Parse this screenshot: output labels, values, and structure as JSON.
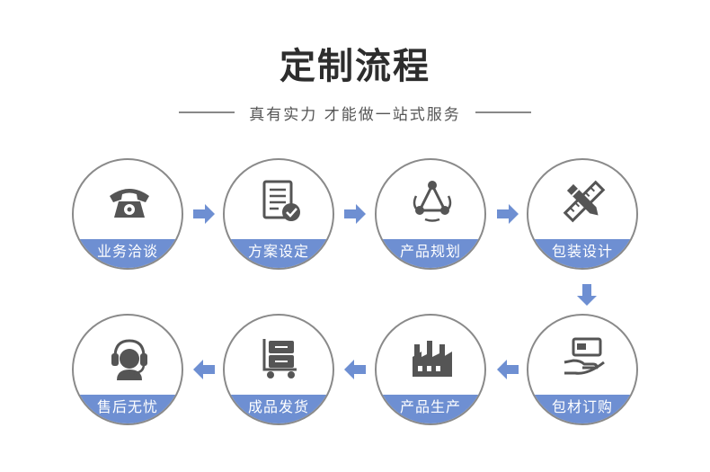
{
  "header": {
    "title": "定制流程",
    "subtitle": "真有实力 才能做一站式服务"
  },
  "colors": {
    "accent": "#6e8fd2",
    "icon": "#555555",
    "border": "#8a8a8a"
  },
  "steps": [
    {
      "label": "业务洽谈",
      "icon": "telephone-icon"
    },
    {
      "label": "方案设定",
      "icon": "document-check-icon"
    },
    {
      "label": "产品规划",
      "icon": "network-triangle-icon"
    },
    {
      "label": "包装设计",
      "icon": "pencil-ruler-icon"
    },
    {
      "label": "包材订购",
      "icon": "hand-card-icon"
    },
    {
      "label": "产品生产",
      "icon": "factory-icon"
    },
    {
      "label": "成品发货",
      "icon": "cart-boxes-icon"
    },
    {
      "label": "售后无忧",
      "icon": "headset-agent-icon"
    }
  ]
}
